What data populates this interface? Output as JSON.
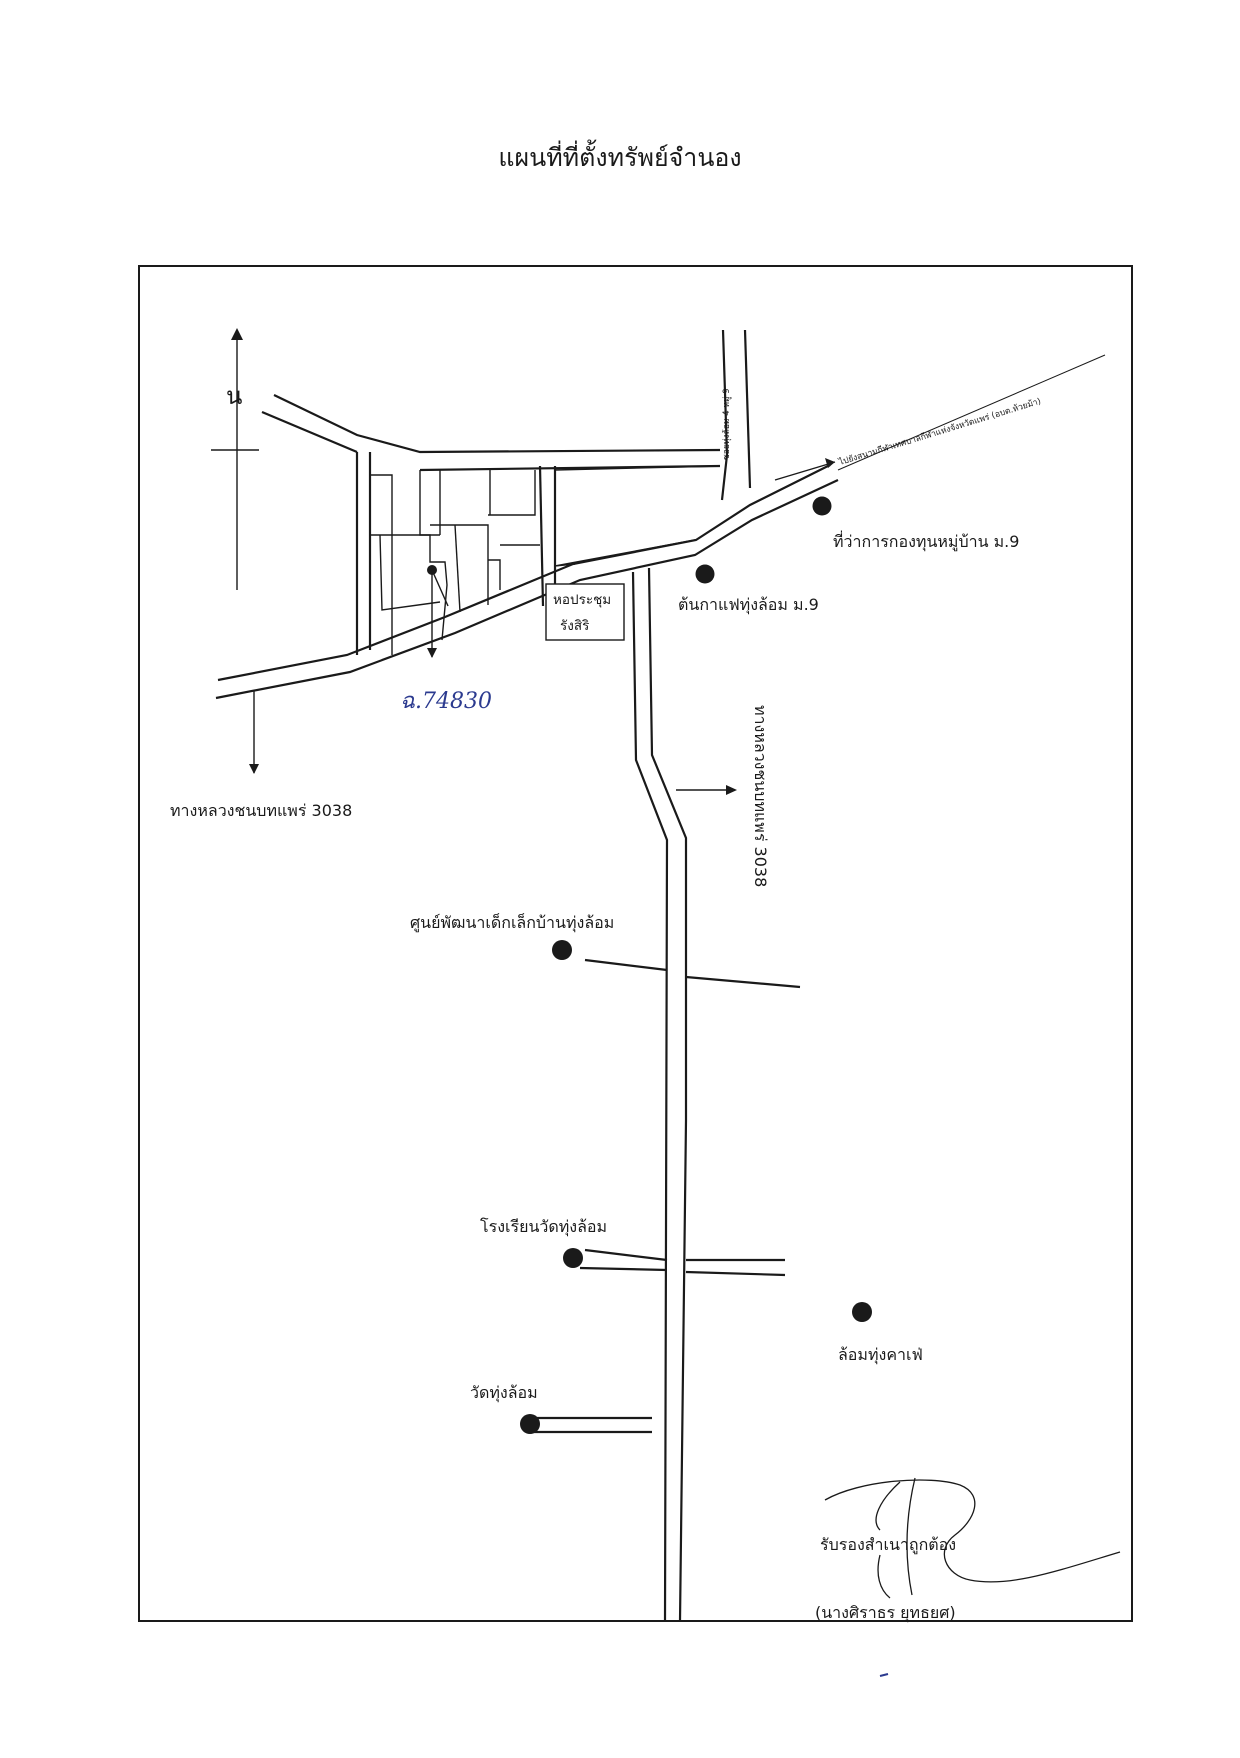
{
  "map": {
    "title": "แผนที่ที่ตั้งทรัพย์จำนอง",
    "north_label": "น",
    "parcel_label": "ฉ.74830",
    "hall_line1": "หอประชุม",
    "hall_line2": "รังสิริ",
    "road_label_west": "ทางหลวงชนบทแพร่ 3038",
    "road_label_vertical": "ทางหลวงชนบทแพร่ 3038",
    "soi_label": "ซอยทุ่งล้อม 4 หมู่ 9",
    "arrow_destination_label": "ไปยังสนามกีฬาเทศบาลกีฬาแห่งจังหวัดแพร่ (อบต.ห้วยม้า)",
    "landmarks": [
      {
        "name": "ที่ว่าการกองทุนหมู่บ้าน ม.9"
      },
      {
        "name": "ต้นกาแฟทุ่งล้อม ม.9"
      },
      {
        "name": "ศูนย์พัฒนาเด็กเล็กบ้านทุ่งล้อม"
      },
      {
        "name": "โรงเรียนวัดทุ่งล้อม"
      },
      {
        "name": "ล้อมทุ่งคาเฟ่"
      },
      {
        "name": "วัดทุ่งล้อม"
      }
    ],
    "certification": "รับรองสำเนาถูกต้อง",
    "signer": "(นางศิราธร  ยุทธยศ)",
    "colors": {
      "ink": "#1a1a1a",
      "parcel_ink": "#2b3a8f",
      "paper": "#ffffff"
    }
  }
}
